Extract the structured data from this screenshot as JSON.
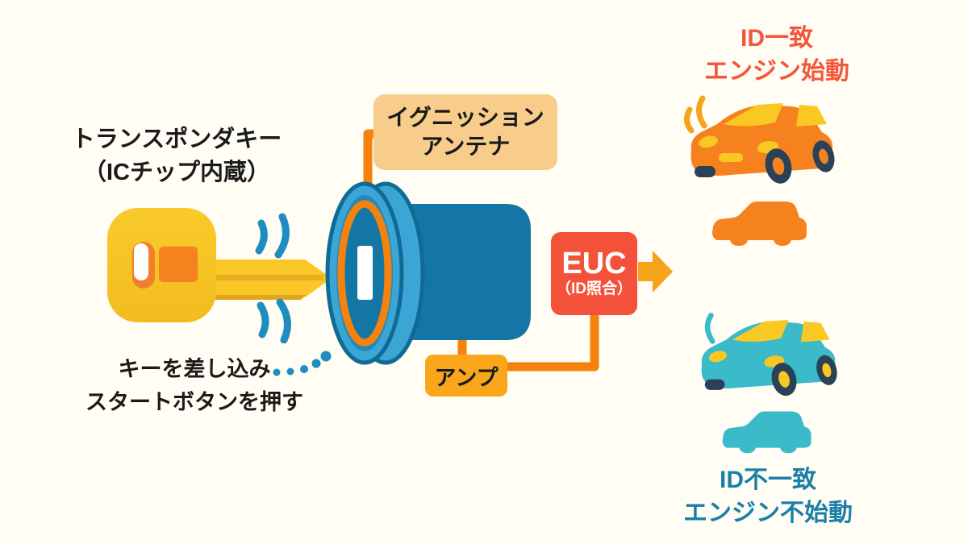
{
  "diagram": {
    "key_title": {
      "line1": "トランスポンダキー",
      "line2": "（ICチップ内蔵）"
    },
    "key_caption": {
      "line1": "キーを差し込み",
      "line2": "スタートボタンを押す"
    },
    "ignition_antenna": {
      "line1": "イグニッション",
      "line2": "アンテナ"
    },
    "amplifier": "アンプ",
    "ecu": {
      "title": "EUC",
      "subtitle": "（ID照合）"
    },
    "result_match": {
      "line1": "ID一致",
      "line2": "エンジン始動"
    },
    "result_mismatch": {
      "line1": "ID不一致",
      "line2": "エンジン不始動"
    }
  },
  "colors": {
    "background": "#FFFDF4",
    "key_yellow": "#F9C826",
    "chip_orange": "#F5821F",
    "signal_blue": "#1F8DC0",
    "cylinder_blue_light": "#3BA6D6",
    "cylinder_blue_dark": "#1476A4",
    "ring_orange": "#F5820C",
    "connector_orange": "#F5820C",
    "antenna_box": "#F8CD8C",
    "amp_box": "#FAA61A",
    "ecu_box": "#F4513A",
    "arrow_yellow": "#F6A31C",
    "match_text": "#F4563A",
    "mismatch_text": "#1B7FA8",
    "car_orange": "#F5821F",
    "car_teal": "#3BBAC9",
    "window_yellow": "#F9C822",
    "tire_navy": "#2B4157",
    "text_black": "#1A1A1A"
  }
}
